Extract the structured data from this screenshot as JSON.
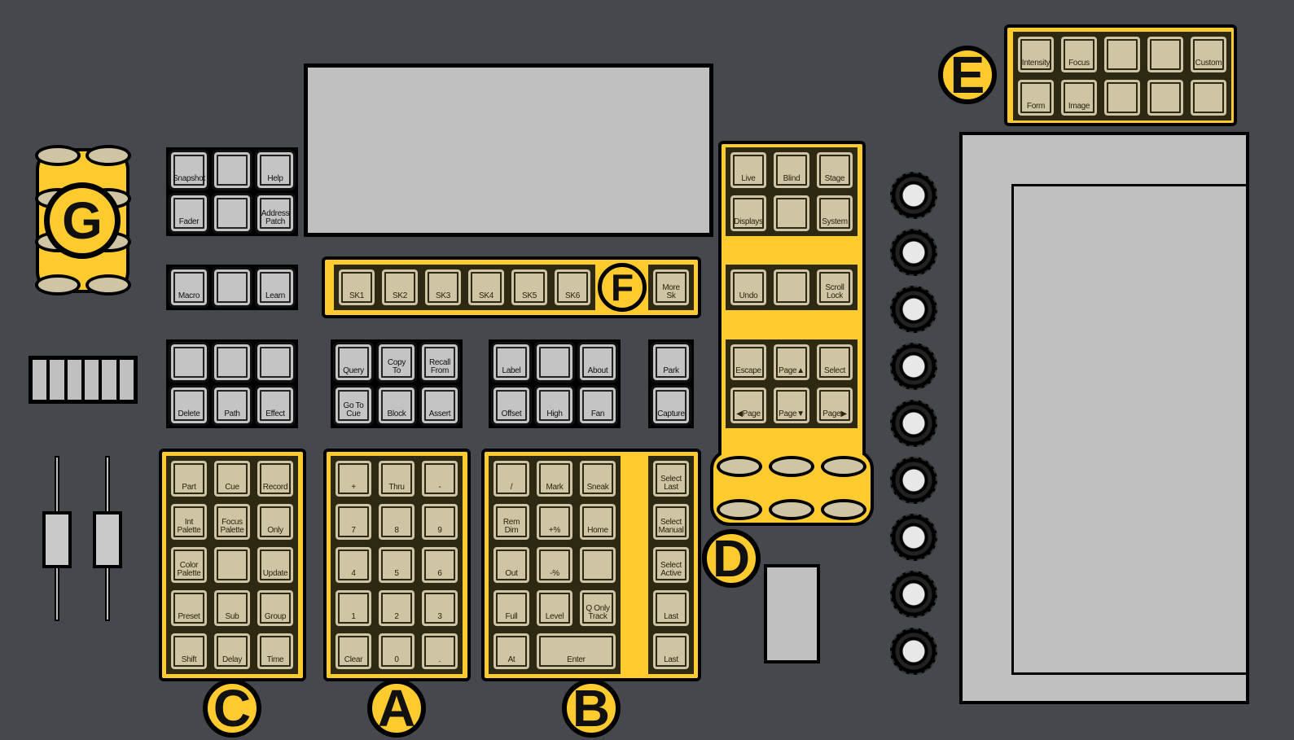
{
  "badges": {
    "a": "A",
    "b": "B",
    "c": "C",
    "d": "D",
    "e": "E",
    "f": "F",
    "g": "G"
  },
  "groups": {
    "browser": [
      "Snapshot",
      "",
      "Help",
      "Fader",
      "",
      "Address\nPatch"
    ],
    "macro": [
      "Macro",
      "",
      "Learn"
    ],
    "edit": [
      "",
      "",
      "",
      "Delete",
      "Path",
      "Effect"
    ],
    "query": [
      "Query",
      "Copy\nTo",
      "Recall\nFrom",
      "Go To\nCue",
      "Block",
      "Assert"
    ],
    "label": [
      "Label",
      "",
      "About",
      "Offset",
      "High",
      "Fan"
    ],
    "park": [
      "Park",
      "Capture"
    ],
    "softkeys": [
      "SK1",
      "SK2",
      "SK3",
      "SK4",
      "SK5",
      "SK6",
      "More\nSk"
    ],
    "displays": [
      "Live",
      "Blind",
      "Stage",
      "Displays",
      "",
      "System"
    ],
    "undo": [
      "Undo",
      "",
      "Scroll\nLock"
    ],
    "nav": [
      "Escape",
      "Page▲",
      "Select",
      "◀Page",
      "Page▼",
      "Page▶"
    ],
    "params": [
      "Intensity",
      "Focus",
      "",
      "",
      "Custom",
      "Form",
      "Image",
      "",
      "",
      ""
    ],
    "record": [
      "Part",
      "Cue",
      "Record",
      "Int\nPalette",
      "Focus\nPalette",
      "Only",
      "Color\nPalette",
      "",
      "Update",
      "Preset",
      "Sub",
      "Group",
      "Shift",
      "Delay",
      "Time"
    ],
    "keypad": [
      "+",
      "Thru",
      "-",
      "7",
      "8",
      "9",
      "4",
      "5",
      "6",
      "1",
      "2",
      "3",
      "Clear",
      "0",
      "."
    ],
    "level": [
      "/",
      "Mark",
      "Sneak",
      "Rem\nDim",
      "+%",
      "Home",
      "Out",
      "-%",
      "",
      "Full",
      "Level",
      "Q Only\nTrack",
      "At",
      "Enter"
    ],
    "select": [
      "Select\nLast",
      "Select\nManual",
      "Select\nActive",
      "Last",
      "Last"
    ]
  },
  "colors": {
    "highlight": "#fecb2f",
    "background": "#45484c"
  }
}
